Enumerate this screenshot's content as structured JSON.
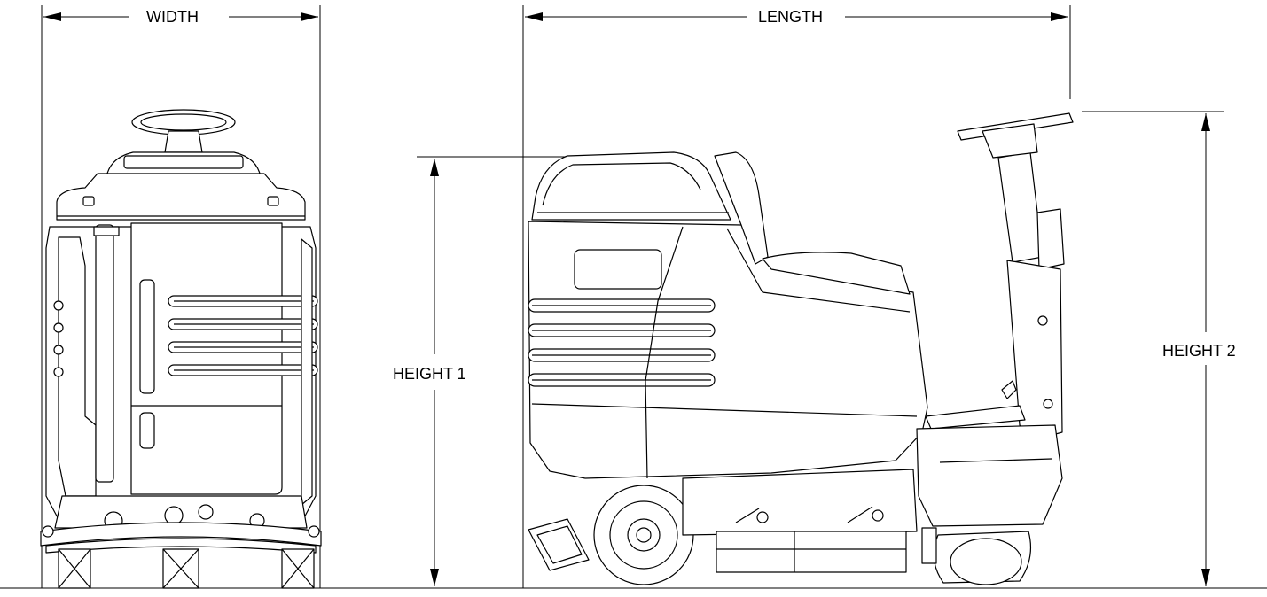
{
  "dimensions": {
    "width_label": "WIDTH",
    "length_label": "LENGTH",
    "height1_label": "HEIGHT 1",
    "height2_label": "HEIGHT 2"
  },
  "views": {
    "front": "front-view",
    "side": "side-view"
  },
  "colors": {
    "line": "#000000",
    "background": "#ffffff"
  }
}
